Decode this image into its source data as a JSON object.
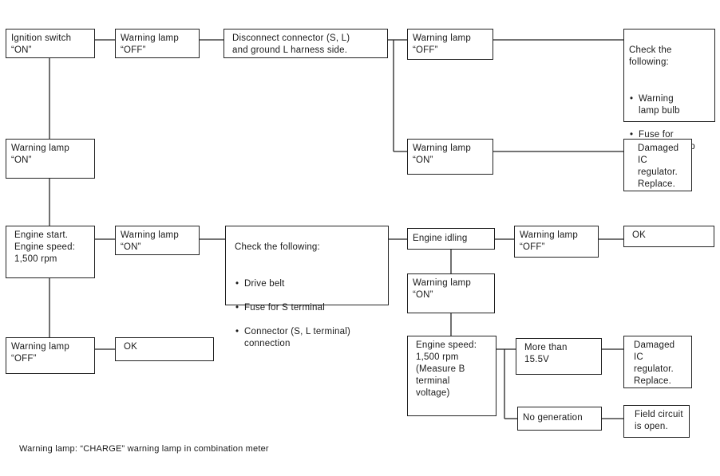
{
  "boxes": {
    "ign_on": "Ignition switch\n“ON”",
    "wl_off_1": "Warning lamp\n“OFF”",
    "disconnect": "Disconnect connector (S, L)\nand ground L harness side.",
    "wl_off_2": "Warning lamp\n“OFF”",
    "check_head": "Check the\nfollowing:",
    "check_items": [
      "Warning\nlamp bulb",
      "Fuse for\nwarning lamp"
    ],
    "wl_on_2": "Warning lamp\n“ON”",
    "damaged_1": "Damaged IC\nregulator.\nReplace.",
    "wl_on_1": "Warning lamp\n“ON”",
    "engine_start": "Engine start.\nEngine speed:\n1,500 rpm",
    "wl_on_3": "Warning lamp\n“ON”",
    "check2_head": "Check the following:",
    "check2_items": [
      "Drive belt",
      "Fuse for S terminal",
      "Connector (S, L terminal)\nconnection"
    ],
    "engine_idling": "Engine idling",
    "wl_off_3": "Warning lamp\n“OFF”",
    "ok_1": "OK",
    "wl_on_4": "Warning lamp\n“ON”",
    "wl_off_4": "Warning lamp\n“OFF”",
    "ok_2": "OK",
    "engine_speed": "Engine speed:\n1,500 rpm\n(Measure B\nterminal\nvoltage)",
    "more_than": "More than\n15.5V",
    "damaged_2": "Damaged IC\nregulator.\nReplace.",
    "no_gen": "No generation",
    "field_open": "Field circuit\nis open."
  },
  "footnote": "Warning lamp: “CHARGE” warning lamp in combination meter"
}
